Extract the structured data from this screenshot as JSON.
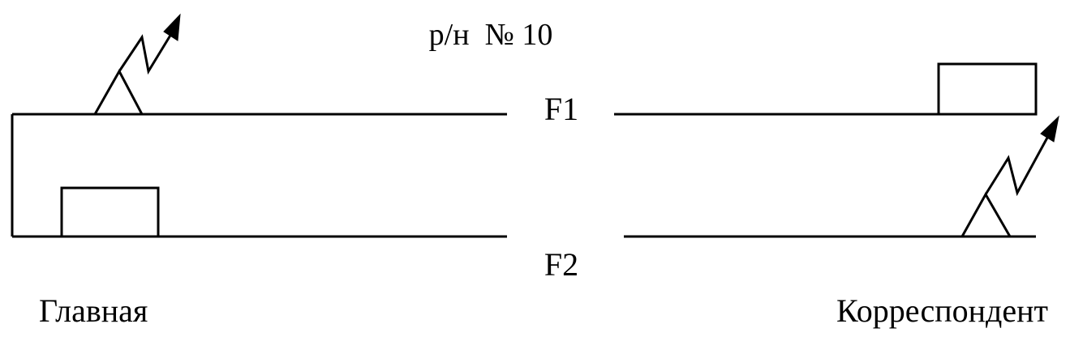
{
  "title": "р/н  № 10",
  "lines": {
    "f1_label": "F1",
    "f2_label": "F2"
  },
  "stations": {
    "left_label": "Главная",
    "right_label": "Корреспондент"
  }
}
